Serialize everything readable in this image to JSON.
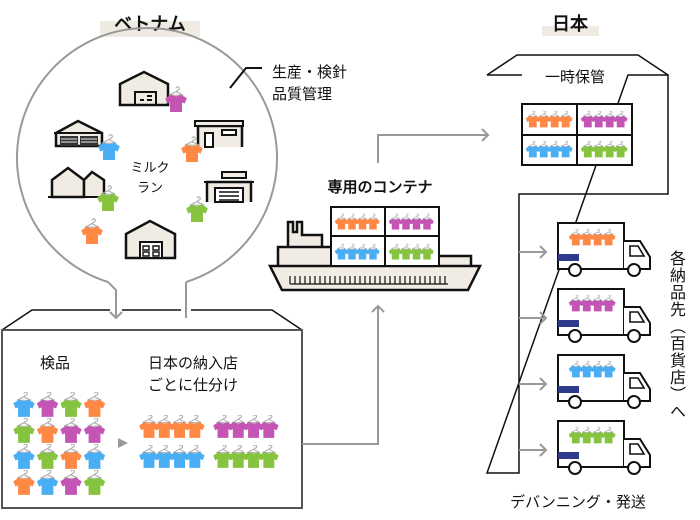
{
  "regions": {
    "vietnam": {
      "title": "ベトナム"
    },
    "japan": {
      "title": "日本"
    }
  },
  "vietnam": {
    "circle_caption_line1": "生産・検針",
    "circle_caption_line2": "品質管理",
    "center_label_line1": "ミルク",
    "center_label_line2": "ラン",
    "box": {
      "inspection_label": "検品",
      "sorting_label_line1": "日本の納入店",
      "sorting_label_line2": "ごとに仕分け"
    }
  },
  "ship": {
    "label": "専用のコンテナ"
  },
  "japan": {
    "storage_label": "一時保管",
    "destination_label": "各納品先（百貨店）へ",
    "devanning_label": "デバンニング・発送"
  },
  "colors": {
    "orange": "#ff8845",
    "magenta": "#c455b5",
    "blue": "#4aaef5",
    "green": "#86c440",
    "title_bg": "#efebe3",
    "building_fill": "#f0ece4",
    "truck_stripe": "#2e3b8c"
  },
  "icons": {
    "shirt": "t-shirt-on-hanger-icon",
    "building": "factory-building-icon",
    "ship": "container-ship-icon",
    "truck": "delivery-truck-icon",
    "arrow": "arrow-icon"
  }
}
